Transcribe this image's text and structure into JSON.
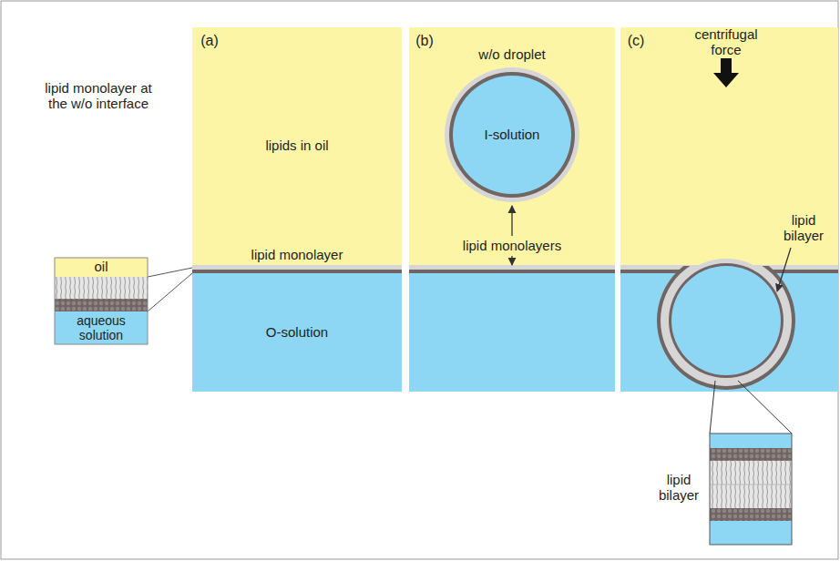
{
  "diagram": {
    "labels": [
      "lipid monolayer at the w/o interface",
      "oil",
      "aqueous solution",
      "(a)",
      "lipids in oil",
      "lipid monolayer",
      "O-solution",
      "(b)",
      "w/o droplet",
      "I-solution",
      "lipid monolayers",
      "(c)",
      "centrifugal force",
      "lipid bilayer",
      "lipid bilayer"
    ]
  }
}
